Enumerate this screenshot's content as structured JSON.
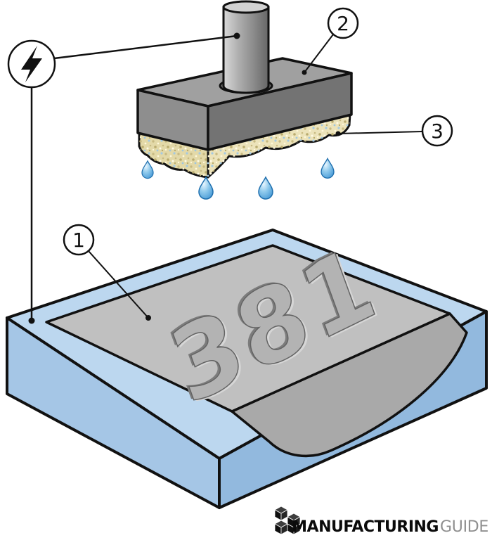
{
  "diagram": {
    "callouts": {
      "workpiece": "1",
      "electrode_tool": "2",
      "electrolyte_pad": "3"
    },
    "workpiece_marking": "381",
    "icons": {
      "electricity": "lightning-bolt-icon",
      "logo": "cubes-icon"
    },
    "colors": {
      "outline": "#111111",
      "workpiece_blue_top": "#bcd7ef",
      "workpiece_blue_left": "#a5c6e6",
      "workpiece_blue_right": "#92b9de",
      "sheet_gray": "#c0c0c0",
      "tool_gray": "#a0a0a0",
      "pad_tan": "#e9e0b4",
      "droplet_blue": "#3e93d2"
    }
  },
  "branding": {
    "name_bold": "MANUFACTURING",
    "name_light": "GUIDE"
  }
}
